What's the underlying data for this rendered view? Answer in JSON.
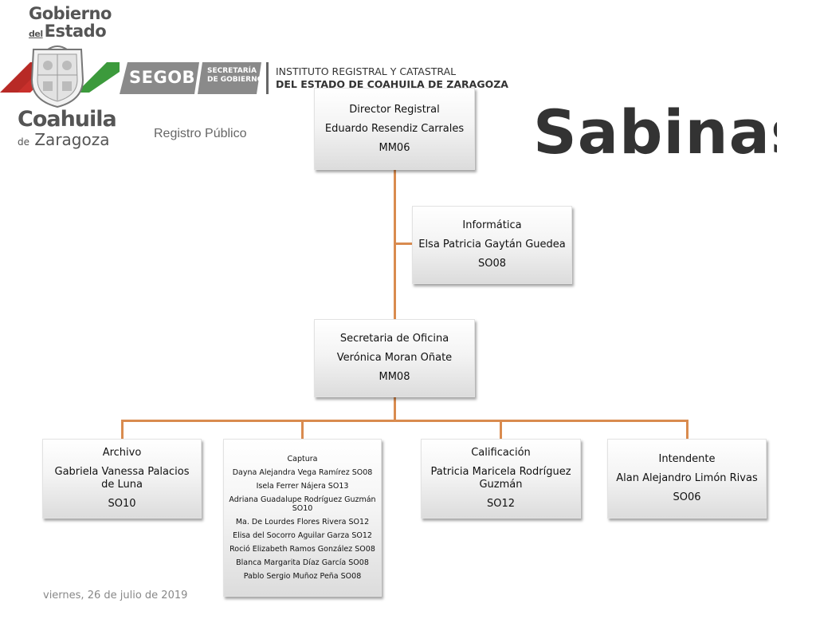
{
  "header": {
    "gobierno_line1": "Gobierno",
    "gobierno_del": "del",
    "gobierno_estado": "Estado",
    "coahuila": "Coahuila",
    "de": "de",
    "zaragoza": "Zaragoza",
    "segob": "SEGOB",
    "secretaria_line1": "SECRETARÍA",
    "secretaria_line2": "DE GOBIERNO",
    "instituto_line1": "INSTITUTO REGISTRAL Y CATASTRAL",
    "instituto_line2": "DEL ESTADO DE COAHUILA DE ZARAGOZA",
    "registro": "Registro Público",
    "title": "Sabinas"
  },
  "org": {
    "director": [
      "Director Registral",
      "Eduardo Resendiz Carrales",
      "MM06"
    ],
    "informatica": [
      "Informática",
      "Elsa Patricia Gaytán Guedea",
      "SO08"
    ],
    "secretaria": [
      "Secretaria de Oficina",
      "Verónica  Moran Oñate",
      "MM08"
    ],
    "archivo": [
      "Archivo",
      "Gabriela Vanessa Palacios de Luna",
      "SO10"
    ],
    "captura": [
      "Captura",
      "Dayna Alejandra Vega Ramírez  SO08",
      "Isela Ferrer Nájera SO13",
      "Adriana Guadalupe Rodríguez Guzmán SO10",
      "Ma. De Lourdes Flores Rivera SO12",
      "Elisa del Socorro Aguilar Garza SO12",
      "Roció Elizabeth Ramos González SO08",
      "Blanca Margarita Díaz García SO08",
      "Pablo Sergio  Muñoz Peña SO08"
    ],
    "calificacion": [
      "Calificación",
      "Patricia Maricela Rodríguez Guzmán",
      "SO12"
    ],
    "intendente": [
      "Intendente",
      "Alan Alejandro Limón Rivas",
      "SO06"
    ]
  },
  "footer": {
    "date": "viernes, 26 de julio de 2019"
  },
  "colors": {
    "connector": "#d98b4f",
    "title_fill": "#333333",
    "stripe_red": "#c9302c",
    "stripe_green": "#3c9a3c",
    "segob_gray": "#8a8a8a"
  }
}
